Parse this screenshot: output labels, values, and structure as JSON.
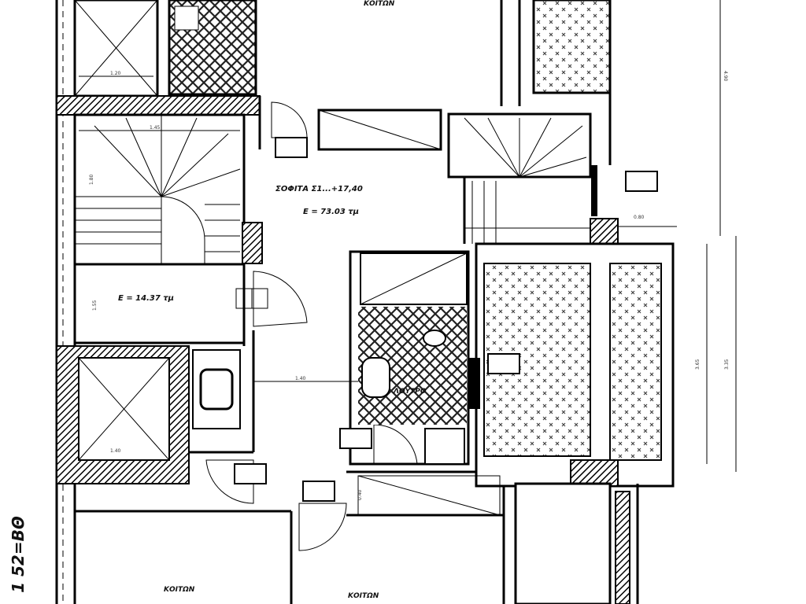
{
  "plan": {
    "rooms": {
      "bedroom_top": "ΚΟΙΤΩΝ",
      "attic_title": "ΣΟΦΙΤΑ Σ1...+17,40",
      "attic_area": "Ε = 73.03 τμ",
      "stair_area": "Ε = 14.37 τμ",
      "bathroom": "ΛΟΥΤΡΟ",
      "bedroom_bottom_left": "ΚΟΙΤΩΝ",
      "bedroom_bottom_right": "ΚΟΙΤΩΝ"
    },
    "side_label": "1 52=ΒΘ",
    "dimensions": {
      "top_left": "1.20",
      "stair_width": "1.45",
      "corridor": "1.40",
      "right_small": "0.80",
      "right_top": "4.90",
      "right_mid_a": "3.65",
      "right_mid_b": "3.35",
      "stair_side": "1.80",
      "left_mid": "1.55",
      "elevator": "1.40",
      "door": "0.40"
    }
  }
}
